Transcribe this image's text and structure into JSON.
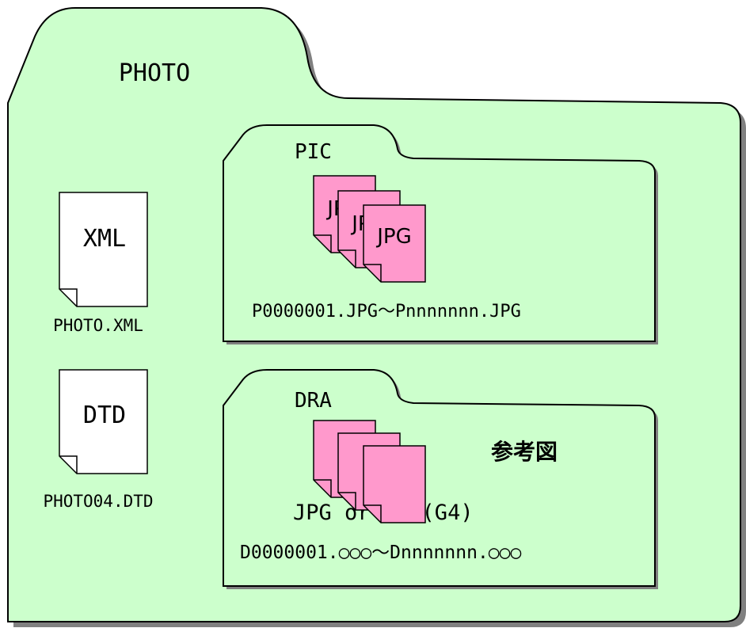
{
  "colors": {
    "folder_fill": "#ccffcc",
    "folder_outline": "#000000",
    "folder_shadow": "#808080",
    "image_file_fill": "#ff99cc",
    "document_file_fill": "#ffffff"
  },
  "root_folder": {
    "name": "PHOTO",
    "files": [
      {
        "icon_label": "XML",
        "filename": "PHOTO.XML"
      },
      {
        "icon_label": "DTD",
        "filename": "PHOTO04.DTD"
      }
    ]
  },
  "pic_folder": {
    "name": "PIC",
    "file_icon_label": "JPG",
    "file_range": "P0000001.JPG～Pnnnnnnn.JPG"
  },
  "dra_folder": {
    "name": "DRA",
    "format_note": "JPG or TIF(G4)",
    "file_range": "D0000001.○○○～Dnnnnnnn.○○○",
    "reference_note": "参考図"
  }
}
